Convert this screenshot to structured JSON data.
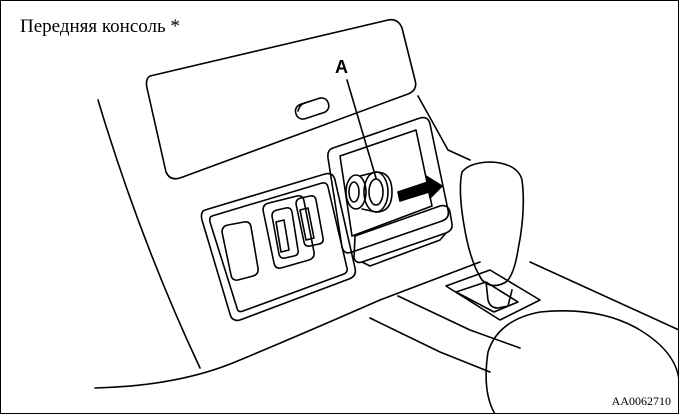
{
  "caption": {
    "title": "Передняя консоль *",
    "callout_label": "A",
    "figure_code": "AA0062710"
  },
  "colors": {
    "line": "#000000",
    "background": "#ffffff"
  },
  "icons": {
    "pull_direction": "arrow-right-icon"
  }
}
